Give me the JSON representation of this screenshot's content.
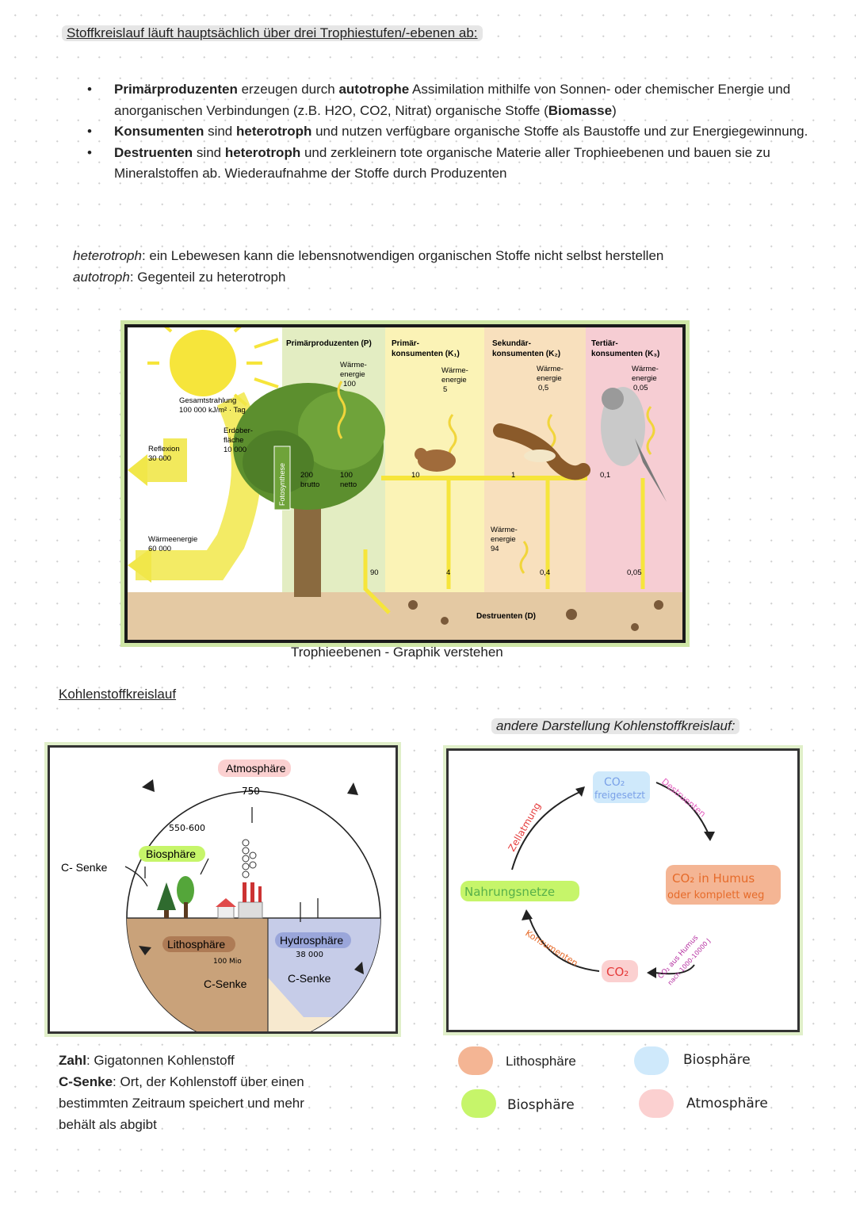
{
  "heading": "Stoffkreislauf läuft hauptsächlich über drei Trophiestufen/-ebenen ab:",
  "bullets": [
    {
      "b1": "Primärproduzenten",
      "t1": " erzeugen durch ",
      "b2": "autotrophe",
      "t2": " Assimilation mithilfe von Sonnen- oder chemischer Energie und anorganischen Verbindungen (z.B. H2O, CO2, Nitrat) organische Stoffe (",
      "b3": "Biomasse",
      "t3": ")"
    },
    {
      "b1": "Konsumenten",
      "t1": " sind ",
      "b2": "heterotroph",
      "t2": " und nutzen verfügbare organische Stoffe als Baustoffe und zur Energiegewinnung.",
      "b3": "",
      "t3": ""
    },
    {
      "b1": "Destruenten",
      "t1": " sind ",
      "b2": "heterotroph",
      "t2": " und zerkleinern tote organische Materie aller Trophieebenen und bauen sie zu Mineralstoffen ab. Wiederaufnahme der Stoffe durch Produzenten",
      "b3": "",
      "t3": ""
    }
  ],
  "definitions": [
    {
      "term": "heterotroph",
      "text": ": ein Lebewesen kann die lebensnotwendigen organischen Stoffe nicht selbst herstellen"
    },
    {
      "term": "autotroph",
      "text": ": Gegenteil zu heterotroph"
    }
  ],
  "trophic": {
    "caption": "Trophieebenen - Graphik verstehen",
    "col_p": "Primärproduzenten (P)",
    "col_k1": [
      "Primär-",
      "konsumenten (K₁)"
    ],
    "col_k2": [
      "Sekundär-",
      "konsumenten (K₂)"
    ],
    "col_k3": [
      "Tertiär-",
      "konsumenten (K₃)"
    ],
    "heat_label": [
      "Wärme-",
      "energie"
    ],
    "heat_p": "100",
    "heat_k1": "5",
    "heat_k2": "0,5",
    "heat_k3": "0,05",
    "radiation": [
      "Gesamtstrahlung",
      "100 000 kJ/m² · Tag"
    ],
    "surface": [
      "Erdober-",
      "fläche",
      "10 000"
    ],
    "reflexion": [
      "Reflexion",
      "30 000"
    ],
    "heat_earth": [
      "Wärmeenergie",
      "60 000"
    ],
    "photosynthesis": "Fotosynthese",
    "gross": [
      "200",
      "brutto"
    ],
    "net": [
      "100",
      "netto"
    ],
    "flow_k1": "10",
    "flow_k2": "1",
    "flow_k3": "0,1",
    "dead_p": "90",
    "dead_k1": "4",
    "dead_k2": "0,4",
    "dead_k3": "0,05",
    "heat_d": [
      "Wärme-",
      "energie",
      "94"
    ],
    "destruents": "Destruenten (D)"
  },
  "carbon_title": "Kohlenstoffkreislauf",
  "carbon": {
    "atmosphere": "Atmosphäre",
    "atmosphere_val": "750",
    "biosphere": "Biosphäre",
    "biosphere_val": "550-600",
    "csink_left": "C- Senke",
    "lithosphere": "Lithosphäre",
    "lithosphere_val": "100 Mio",
    "lithosphere_sink": "C-Senke",
    "hydrosphere": "Hydrosphäre",
    "hydrosphere_val": "38 000",
    "hydrosphere_sink": "C-Senke"
  },
  "alt_title": "andere Darstellung Kohlenstoffkreislauf:",
  "alt": {
    "co2_released": [
      "CO₂",
      "freigesetzt"
    ],
    "destruents": "Destruenten",
    "cellresp": "Zellatmung",
    "foodweb": "Nahrungsnetze",
    "humus": [
      "CO₂ in Humus",
      "oder komplett weg"
    ],
    "co2": "CO₂",
    "consumers": "Konsumenten",
    "co2_humus": [
      "CO₂ aus Humus",
      "nach 1000-10000 J"
    ]
  },
  "notes": {
    "zahl_b": "Zahl",
    "zahl_t": ": Gigatonnen Kohlenstoff",
    "senke_b": "C-Senke",
    "senke_t": ": Ort, der Kohlenstoff über einen bestimmten Zeitraum speichert und mehr behält als abgibt"
  },
  "legend": [
    {
      "label": "Lithosphäre",
      "color": "#f4b594"
    },
    {
      "label": "Biosphäre",
      "color": "#cfe9fb"
    },
    {
      "label": "Biosphäre",
      "color": "#c6f56a"
    },
    {
      "label": "Atmosphäre",
      "color": "#fbd0d0"
    }
  ],
  "colors": {
    "accent_green": "#cfe6a6",
    "sun": "#f6e53b"
  }
}
